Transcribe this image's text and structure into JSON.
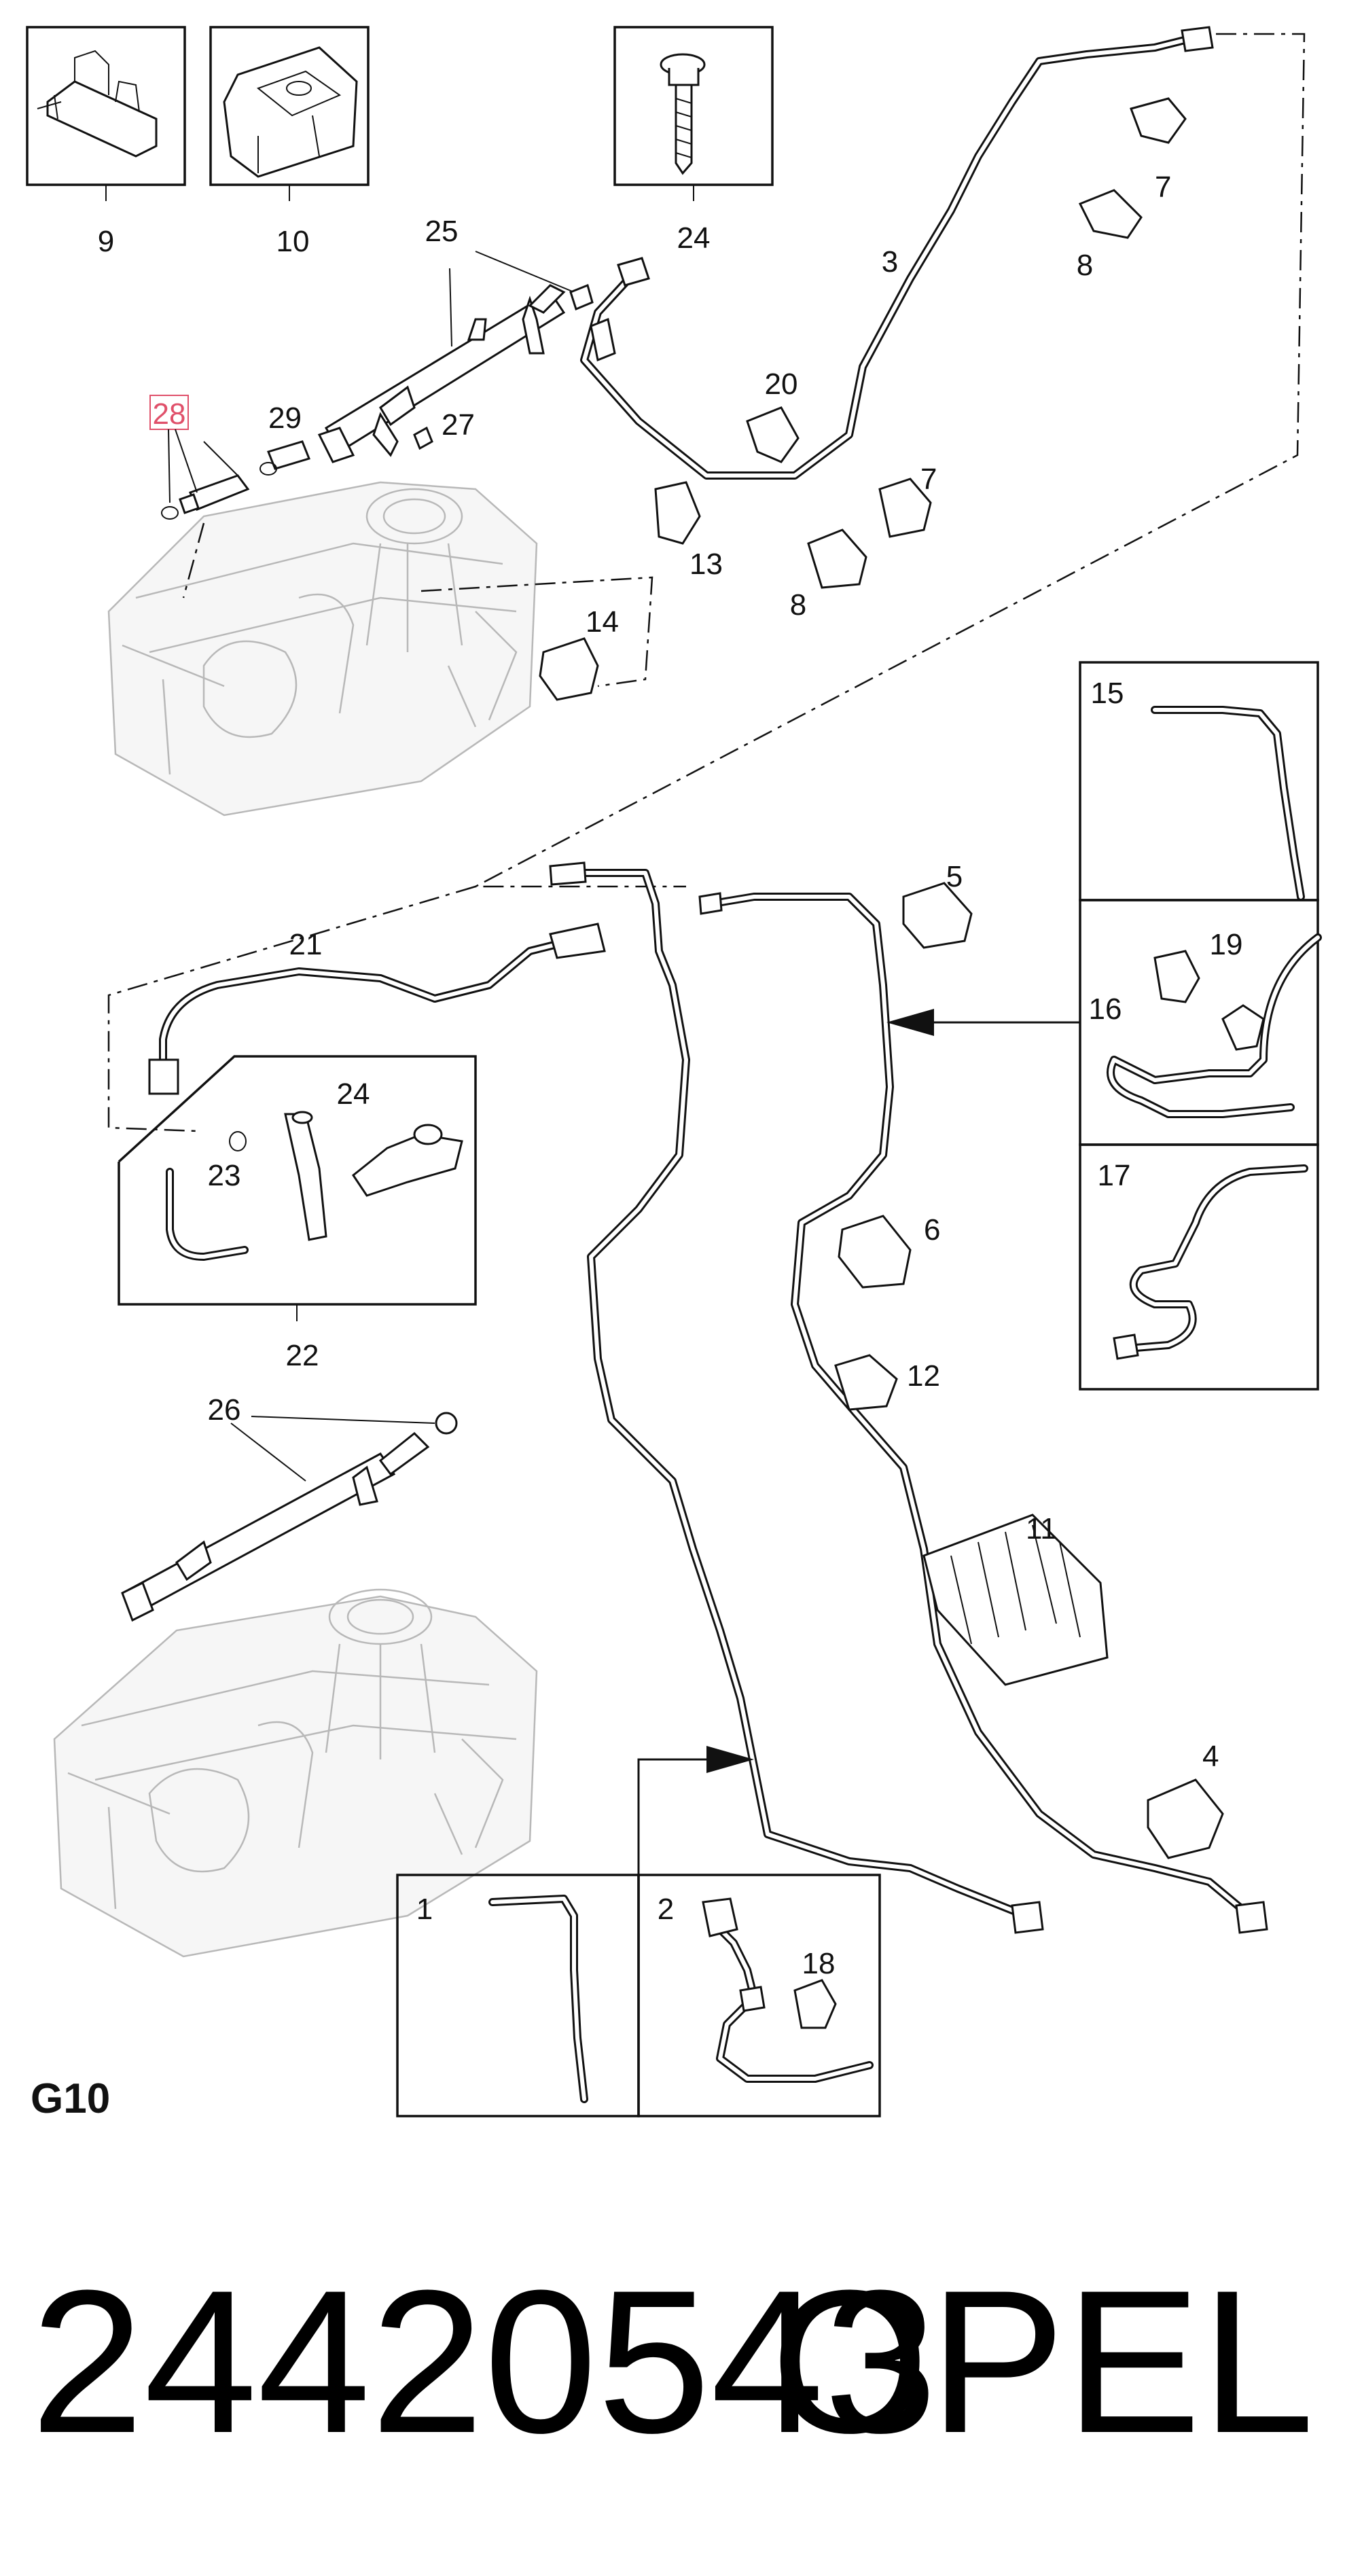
{
  "sheet": {
    "code": "G10",
    "part_number": "24420543",
    "brand": "OPEL"
  },
  "callouts": {
    "c1": "1",
    "c2": "2",
    "c3": "3",
    "c4": "4",
    "c5": "5",
    "c6": "6",
    "c7a": "7",
    "c7b": "7",
    "c8a": "8",
    "c8b": "8",
    "c9": "9",
    "c10": "10",
    "c11": "11",
    "c12": "12",
    "c13": "13",
    "c14": "14",
    "c15": "15",
    "c16": "16",
    "c17": "17",
    "c18": "18",
    "c19": "19",
    "c20": "20",
    "c21": "21",
    "c22": "22",
    "c23": "23",
    "c24a": "24",
    "c24b": "24",
    "c25": "25",
    "c26": "26",
    "c27": "27",
    "c28": "28",
    "c29": "29"
  },
  "highlight": {
    "callout": "28",
    "color": "#e0506a"
  }
}
